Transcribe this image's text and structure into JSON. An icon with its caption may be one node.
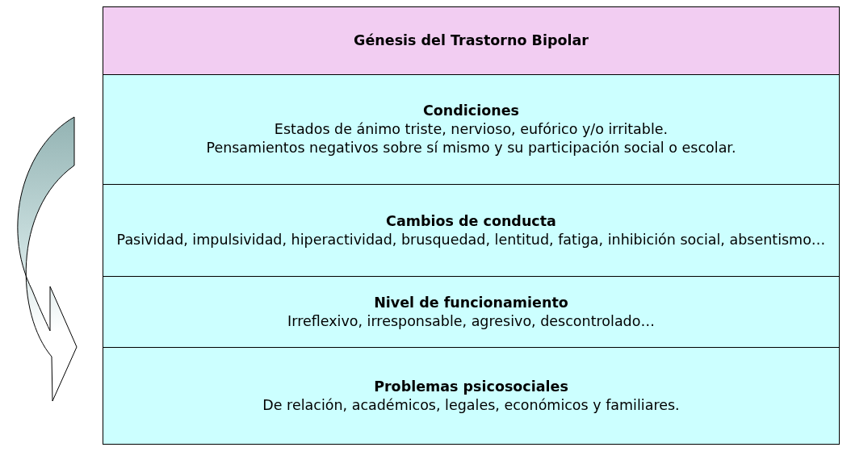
{
  "diagram": {
    "nodes": [
      {
        "text": [
          "Génesis del Trastorno Bipolar"
        ]
      },
      {
        "text": [
          "Condiciones",
          "Estados de ánimo triste, nervioso, eufórico y/o irritable.",
          "Pensamientos negativos sobre sí mismo y su participación social o escolar."
        ]
      },
      {
        "text": [
          "Cambios de conducta",
          "Pasividad, impulsividad, hiperactividad, brusquedad, lentitud, fatiga, inhibición social, absentismo…"
        ]
      },
      {
        "text": [
          "Nivel de funcionamiento",
          "Irreflexivo, irresponsable, agresivo, descontrolado…"
        ]
      },
      {
        "text": [
          "Problemas psicosociales",
          "De relación, académicos, legales, económicos y familiares."
        ]
      }
    ]
  }
}
